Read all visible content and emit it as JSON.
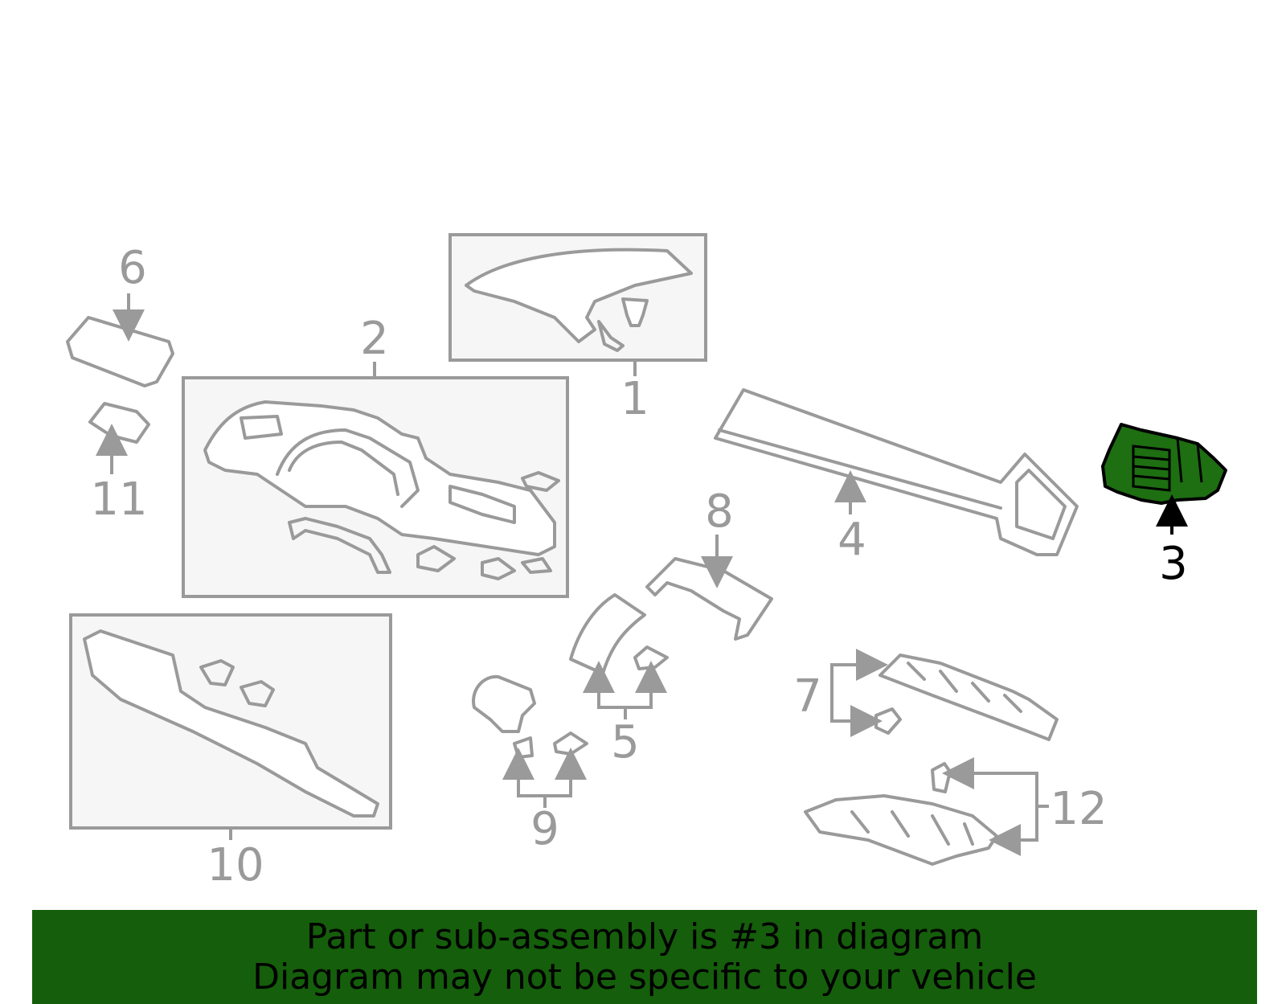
{
  "diagram": {
    "highlighted_part": "3",
    "highlight_color": "#155e0b",
    "line_color": "#9a9a9a",
    "callouts": [
      "1",
      "2",
      "3",
      "4",
      "5",
      "6",
      "7",
      "8",
      "9",
      "10",
      "11",
      "12"
    ]
  },
  "banner": {
    "line1": "Part or sub-assembly is #3 in diagram",
    "line2": "Diagram may not be specific to your vehicle",
    "background": "#155e0b"
  }
}
